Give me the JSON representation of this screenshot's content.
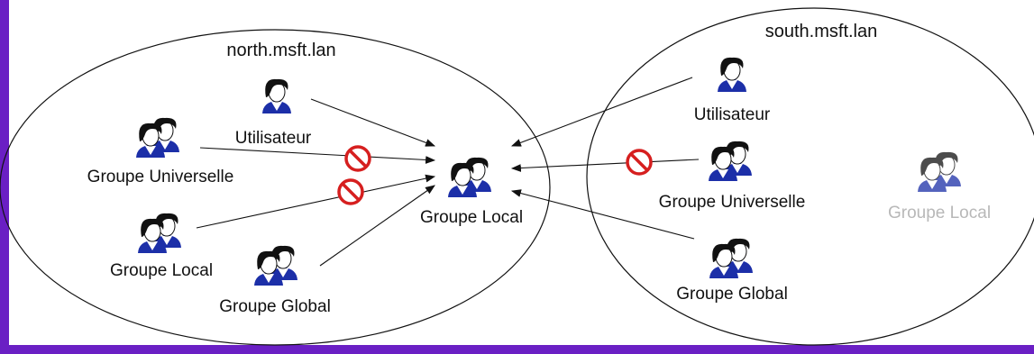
{
  "colors": {
    "frame": "#6a1fc4",
    "background": "#ffffff",
    "forbidden": "#d61f1f",
    "faded": "#b8b8b8"
  },
  "domains": {
    "north": {
      "name": "north.msft.lan"
    },
    "south": {
      "name": "south.msft.lan"
    }
  },
  "north": {
    "utilisateur": "Utilisateur",
    "groupe_universelle": "Groupe Universelle",
    "groupe_local": "Groupe Local",
    "groupe_global": "Groupe Global"
  },
  "center": {
    "groupe_local": "Groupe Local"
  },
  "south": {
    "utilisateur": "Utilisateur",
    "groupe_universelle": "Groupe Universelle",
    "groupe_global": "Groupe Global",
    "groupe_local_faded": "Groupe Local"
  },
  "icons": [
    "user-icon",
    "group-icon",
    "forbidden-icon"
  ],
  "relations": [
    {
      "from": "north.utilisateur",
      "to": "center.groupe_local",
      "allowed": true
    },
    {
      "from": "north.groupe_universelle",
      "to": "center.groupe_local",
      "allowed": false
    },
    {
      "from": "north.groupe_local",
      "to": "center.groupe_local",
      "allowed": false
    },
    {
      "from": "north.groupe_global",
      "to": "center.groupe_local",
      "allowed": true
    },
    {
      "from": "south.utilisateur",
      "to": "center.groupe_local",
      "allowed": true
    },
    {
      "from": "south.groupe_universelle",
      "to": "center.groupe_local",
      "allowed": false
    },
    {
      "from": "south.groupe_global",
      "to": "center.groupe_local",
      "allowed": true
    }
  ]
}
